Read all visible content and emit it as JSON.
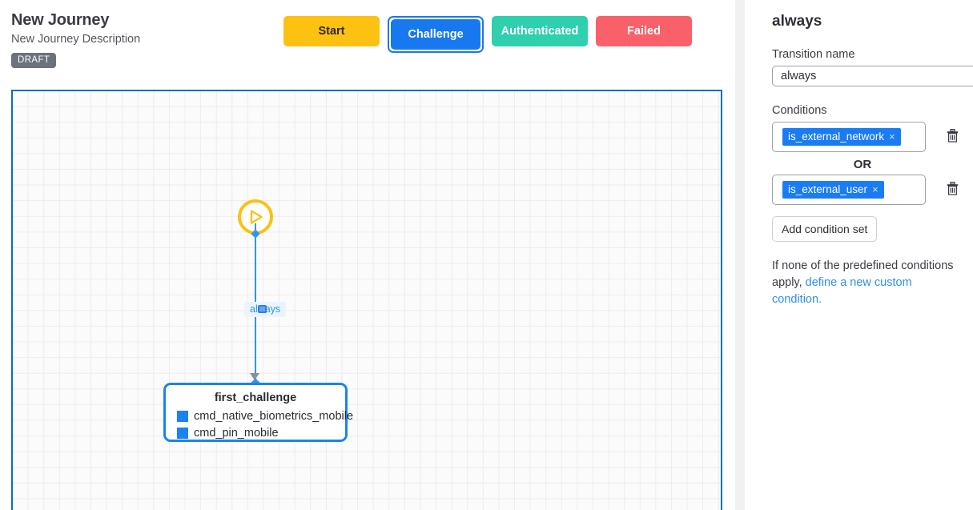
{
  "header": {
    "title": "New Journey",
    "subtitle": "New Journey Description",
    "status_badge": "DRAFT",
    "state_buttons": [
      {
        "label": "Start",
        "color": "#fcc111",
        "text_color": "#2b2b33",
        "selected": false,
        "name": "state-button-start"
      },
      {
        "label": "Challenge",
        "color": "#1878f0",
        "text_color": "#ffffff",
        "selected": true,
        "name": "state-button-challenge"
      },
      {
        "label": "Authenticated",
        "color": "#2ed0ae",
        "text_color": "#ffffff",
        "selected": false,
        "name": "state-button-authenticated"
      },
      {
        "label": "Failed",
        "color": "#f9606a",
        "text_color": "#ffffff",
        "selected": false,
        "name": "state-button-failed"
      }
    ]
  },
  "canvas": {
    "start_node": {
      "icon": "play-icon",
      "color": "#fcc111"
    },
    "edge": {
      "label": "always",
      "color": "#2f95e8"
    },
    "challenge_node": {
      "title": "first_challenge",
      "border_color": "#1a83f0",
      "items": [
        {
          "label": "cmd_native_biometrics_mobile",
          "swatch_color": "#1a83f0"
        },
        {
          "label": "cmd_pin_mobile",
          "swatch_color": "#1a83f0"
        }
      ]
    }
  },
  "panel": {
    "title": "always",
    "transition_name_label": "Transition name",
    "transition_name_value": "always",
    "transition_name_placeholder": "Transition name",
    "conditions_label": "Conditions",
    "condition_sets": [
      {
        "chip": "is_external_network",
        "remove_icon": "×",
        "delete_icon": "trash-icon"
      },
      {
        "chip": "is_external_user",
        "remove_icon": "×",
        "delete_icon": "trash-icon"
      }
    ],
    "or_text": "OR",
    "add_condition_set_label": "Add condition set",
    "help_text_prefix": "If none of the predefined conditions apply, ",
    "help_link_text": "define a new custom condition.",
    "chip_color": "#1a7cf5",
    "link_color": "#2f8fe8"
  }
}
